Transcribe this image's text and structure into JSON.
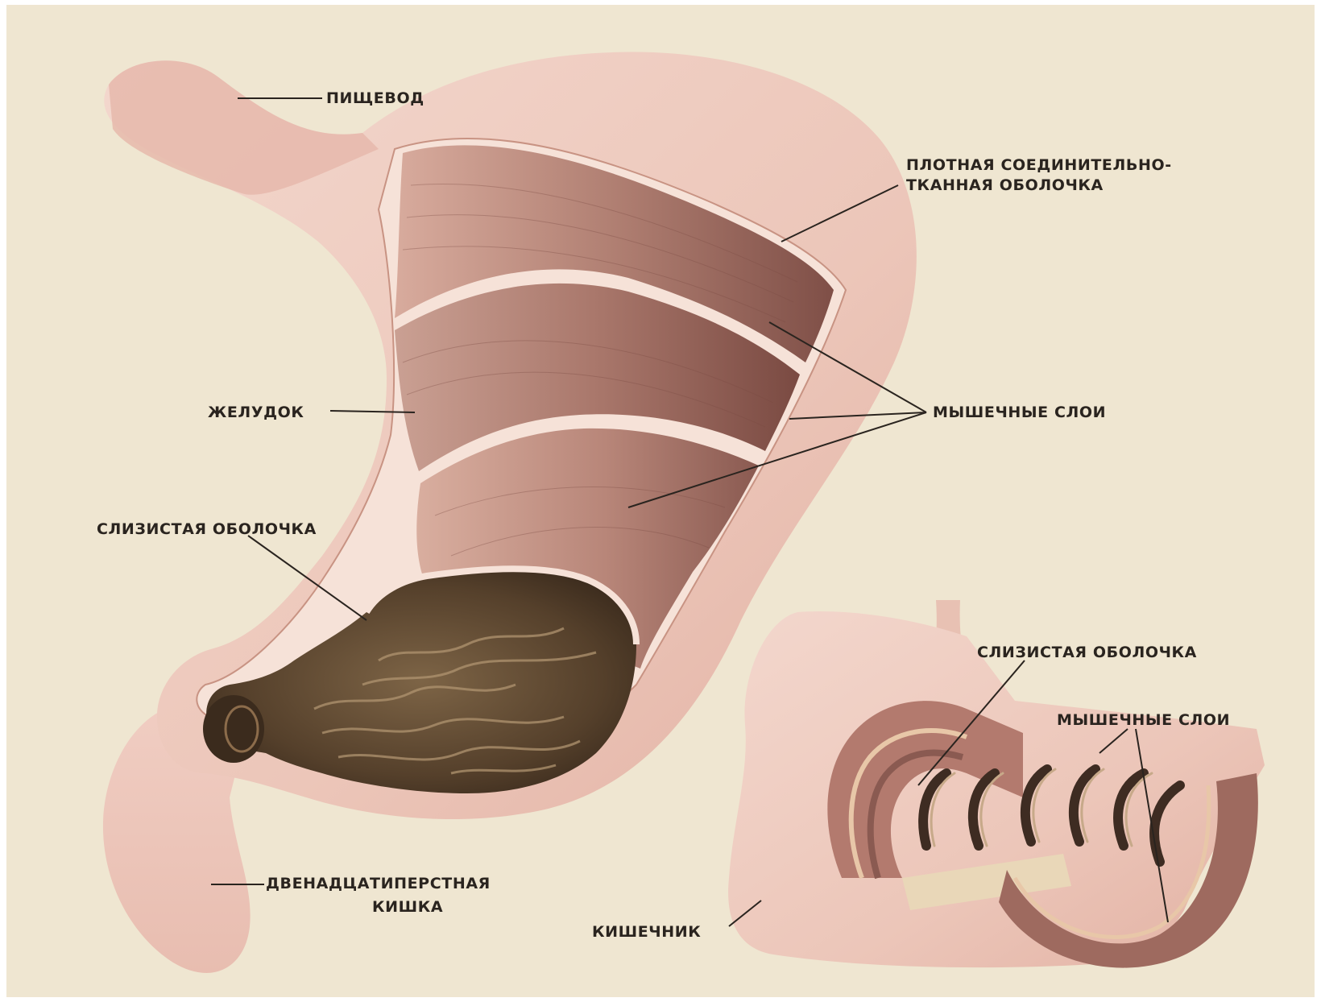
{
  "labels": {
    "esophagus": "ПИЩЕВОД",
    "serosa_line1": "ПЛОТНАЯ СОЕДИНИТЕЛЬНО-",
    "serosa_line2": "ТКАННАЯ ОБОЛОЧКА",
    "stomach": "ЖЕЛУДОК",
    "muscle_layers": "МЫШЕЧНЫЕ СЛОИ",
    "mucosa": "СЛИЗИСТАЯ ОБОЛОЧКА",
    "duodenum_line1": "ДВЕНАДЦАТИПЕРСТНАЯ",
    "duodenum_line2": "КИШКА",
    "intestine_mucosa": "СЛИЗИСТАЯ ОБОЛОЧКА",
    "intestine_muscle_layers": "МЫШЕЧНЫЕ СЛОИ",
    "intestine": "КИШЕЧНИК"
  },
  "colors": {
    "paper": "#efe6d1",
    "outer_wall": "#ecc8bc",
    "muscle_light": "#c9998b",
    "muscle_dark": "#8c5d55",
    "mucosa": "#5a4630",
    "mucosa_fold": "#b09470",
    "ink": "#2a241f"
  }
}
